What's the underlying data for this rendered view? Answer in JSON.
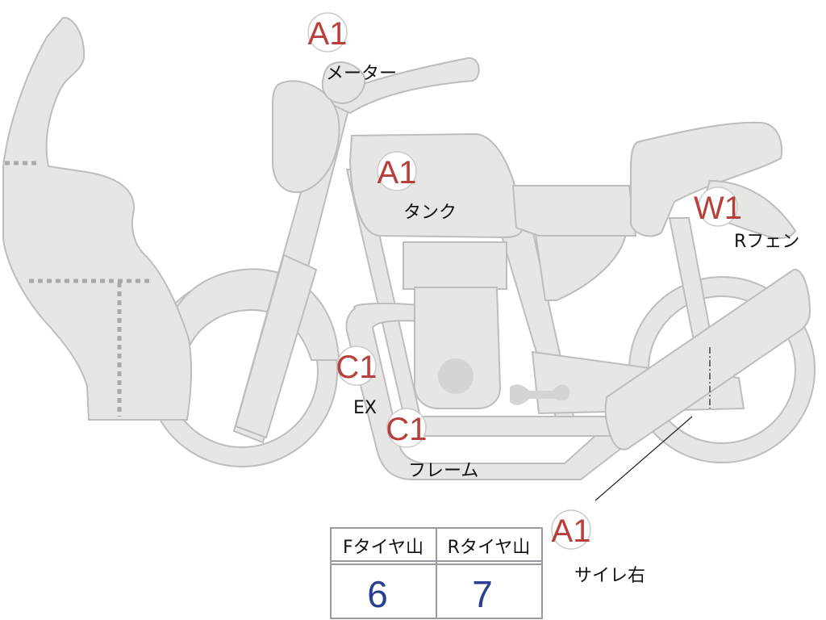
{
  "labels": {
    "meter": {
      "code": "A1",
      "text": "メーター"
    },
    "tank": {
      "code": "A1",
      "text": "タンク"
    },
    "rear_fender": {
      "code": "W1",
      "text": "Rフェン"
    },
    "exhaust": {
      "code": "C1",
      "text": "EX"
    },
    "frame": {
      "code": "C1",
      "text": "フレーム"
    },
    "silencer_right": {
      "code": "A1",
      "text": "サイレ右"
    }
  },
  "tire_table": {
    "headers": [
      "Fタイヤ山",
      "Rタイヤ山"
    ],
    "values": [
      "6",
      "7"
    ]
  }
}
